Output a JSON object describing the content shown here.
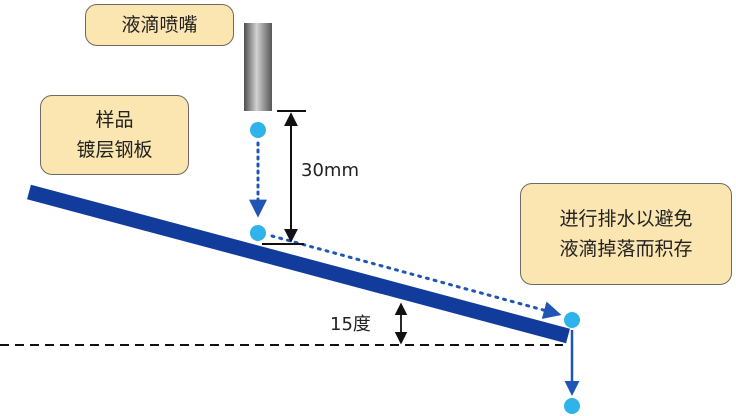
{
  "labels": {
    "nozzle": "液滴喷嘴",
    "sample_title": "样品",
    "sample_material": "镀层钢板",
    "drain_line1": "进行排水以避免",
    "drain_line2": "液滴掉落而积存",
    "height": "30mm",
    "angle": "15度"
  },
  "colors": {
    "label_fill": "#fbe5b0",
    "plate": "#123c9c",
    "droplet": "#2fb3ea",
    "trajectory": "#1f56b5"
  }
}
